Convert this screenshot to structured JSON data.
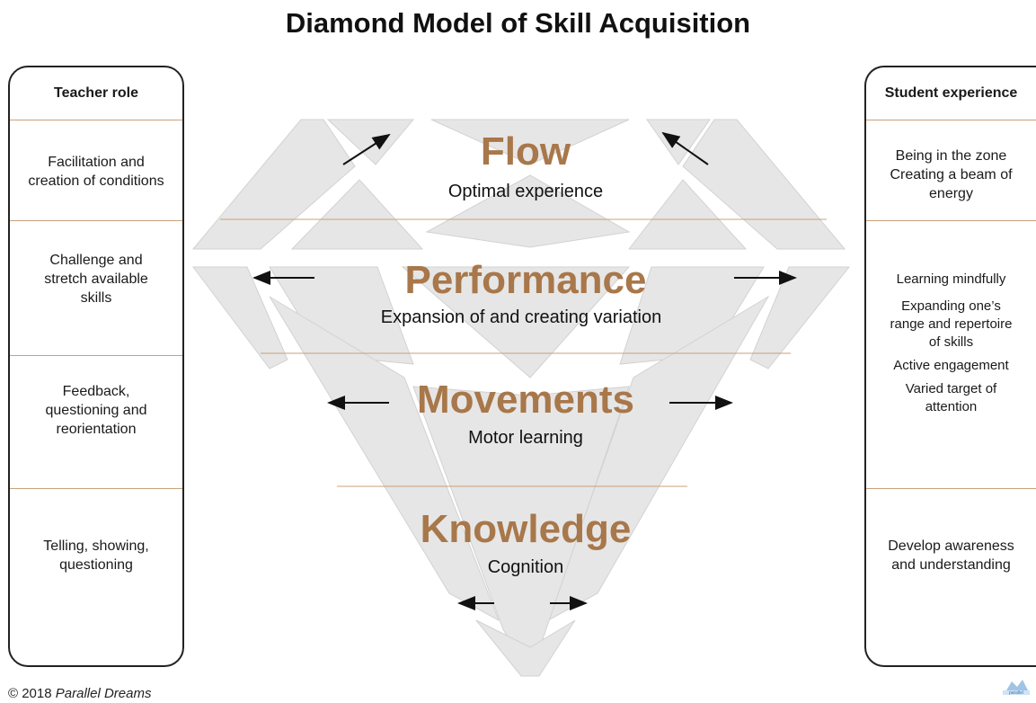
{
  "title": "Diamond Model of Skill Acquisition",
  "left_panel": {
    "heading": "Teacher role",
    "rows": [
      [
        "Facilitation and",
        "creation of conditions"
      ],
      [
        "Challenge and",
        "stretch available",
        "skills"
      ],
      [
        "Feedback,",
        "questioning and",
        "reorientation"
      ],
      [
        "Telling, showing,",
        "questioning"
      ]
    ]
  },
  "right_panel": {
    "heading": "Student experience",
    "rows": [
      [
        "Being in the zone",
        "Creating a beam of",
        "energy"
      ],
      [
        "Learning mindfully",
        "Expanding one’s",
        "range and repertoire",
        "of skills",
        "Active engagement",
        "Varied target of",
        "attention"
      ],
      [
        "Develop awareness",
        "and understanding"
      ]
    ]
  },
  "levels": [
    {
      "name": "Flow",
      "subtitle": "Optimal experience"
    },
    {
      "name": "Performance",
      "subtitle": "Expansion of and creating variation"
    },
    {
      "name": "Movements",
      "subtitle": "Motor learning"
    },
    {
      "name": "Knowledge",
      "subtitle": "Cognition"
    }
  ],
  "footer": {
    "copyright_prefix": "© 2018",
    "copyright_name": "Parallel Dreams",
    "logo_text": "parallel"
  },
  "colors": {
    "accent": "#a8774a",
    "divider": "#c9a07a",
    "facet": "#e6e6e6"
  }
}
